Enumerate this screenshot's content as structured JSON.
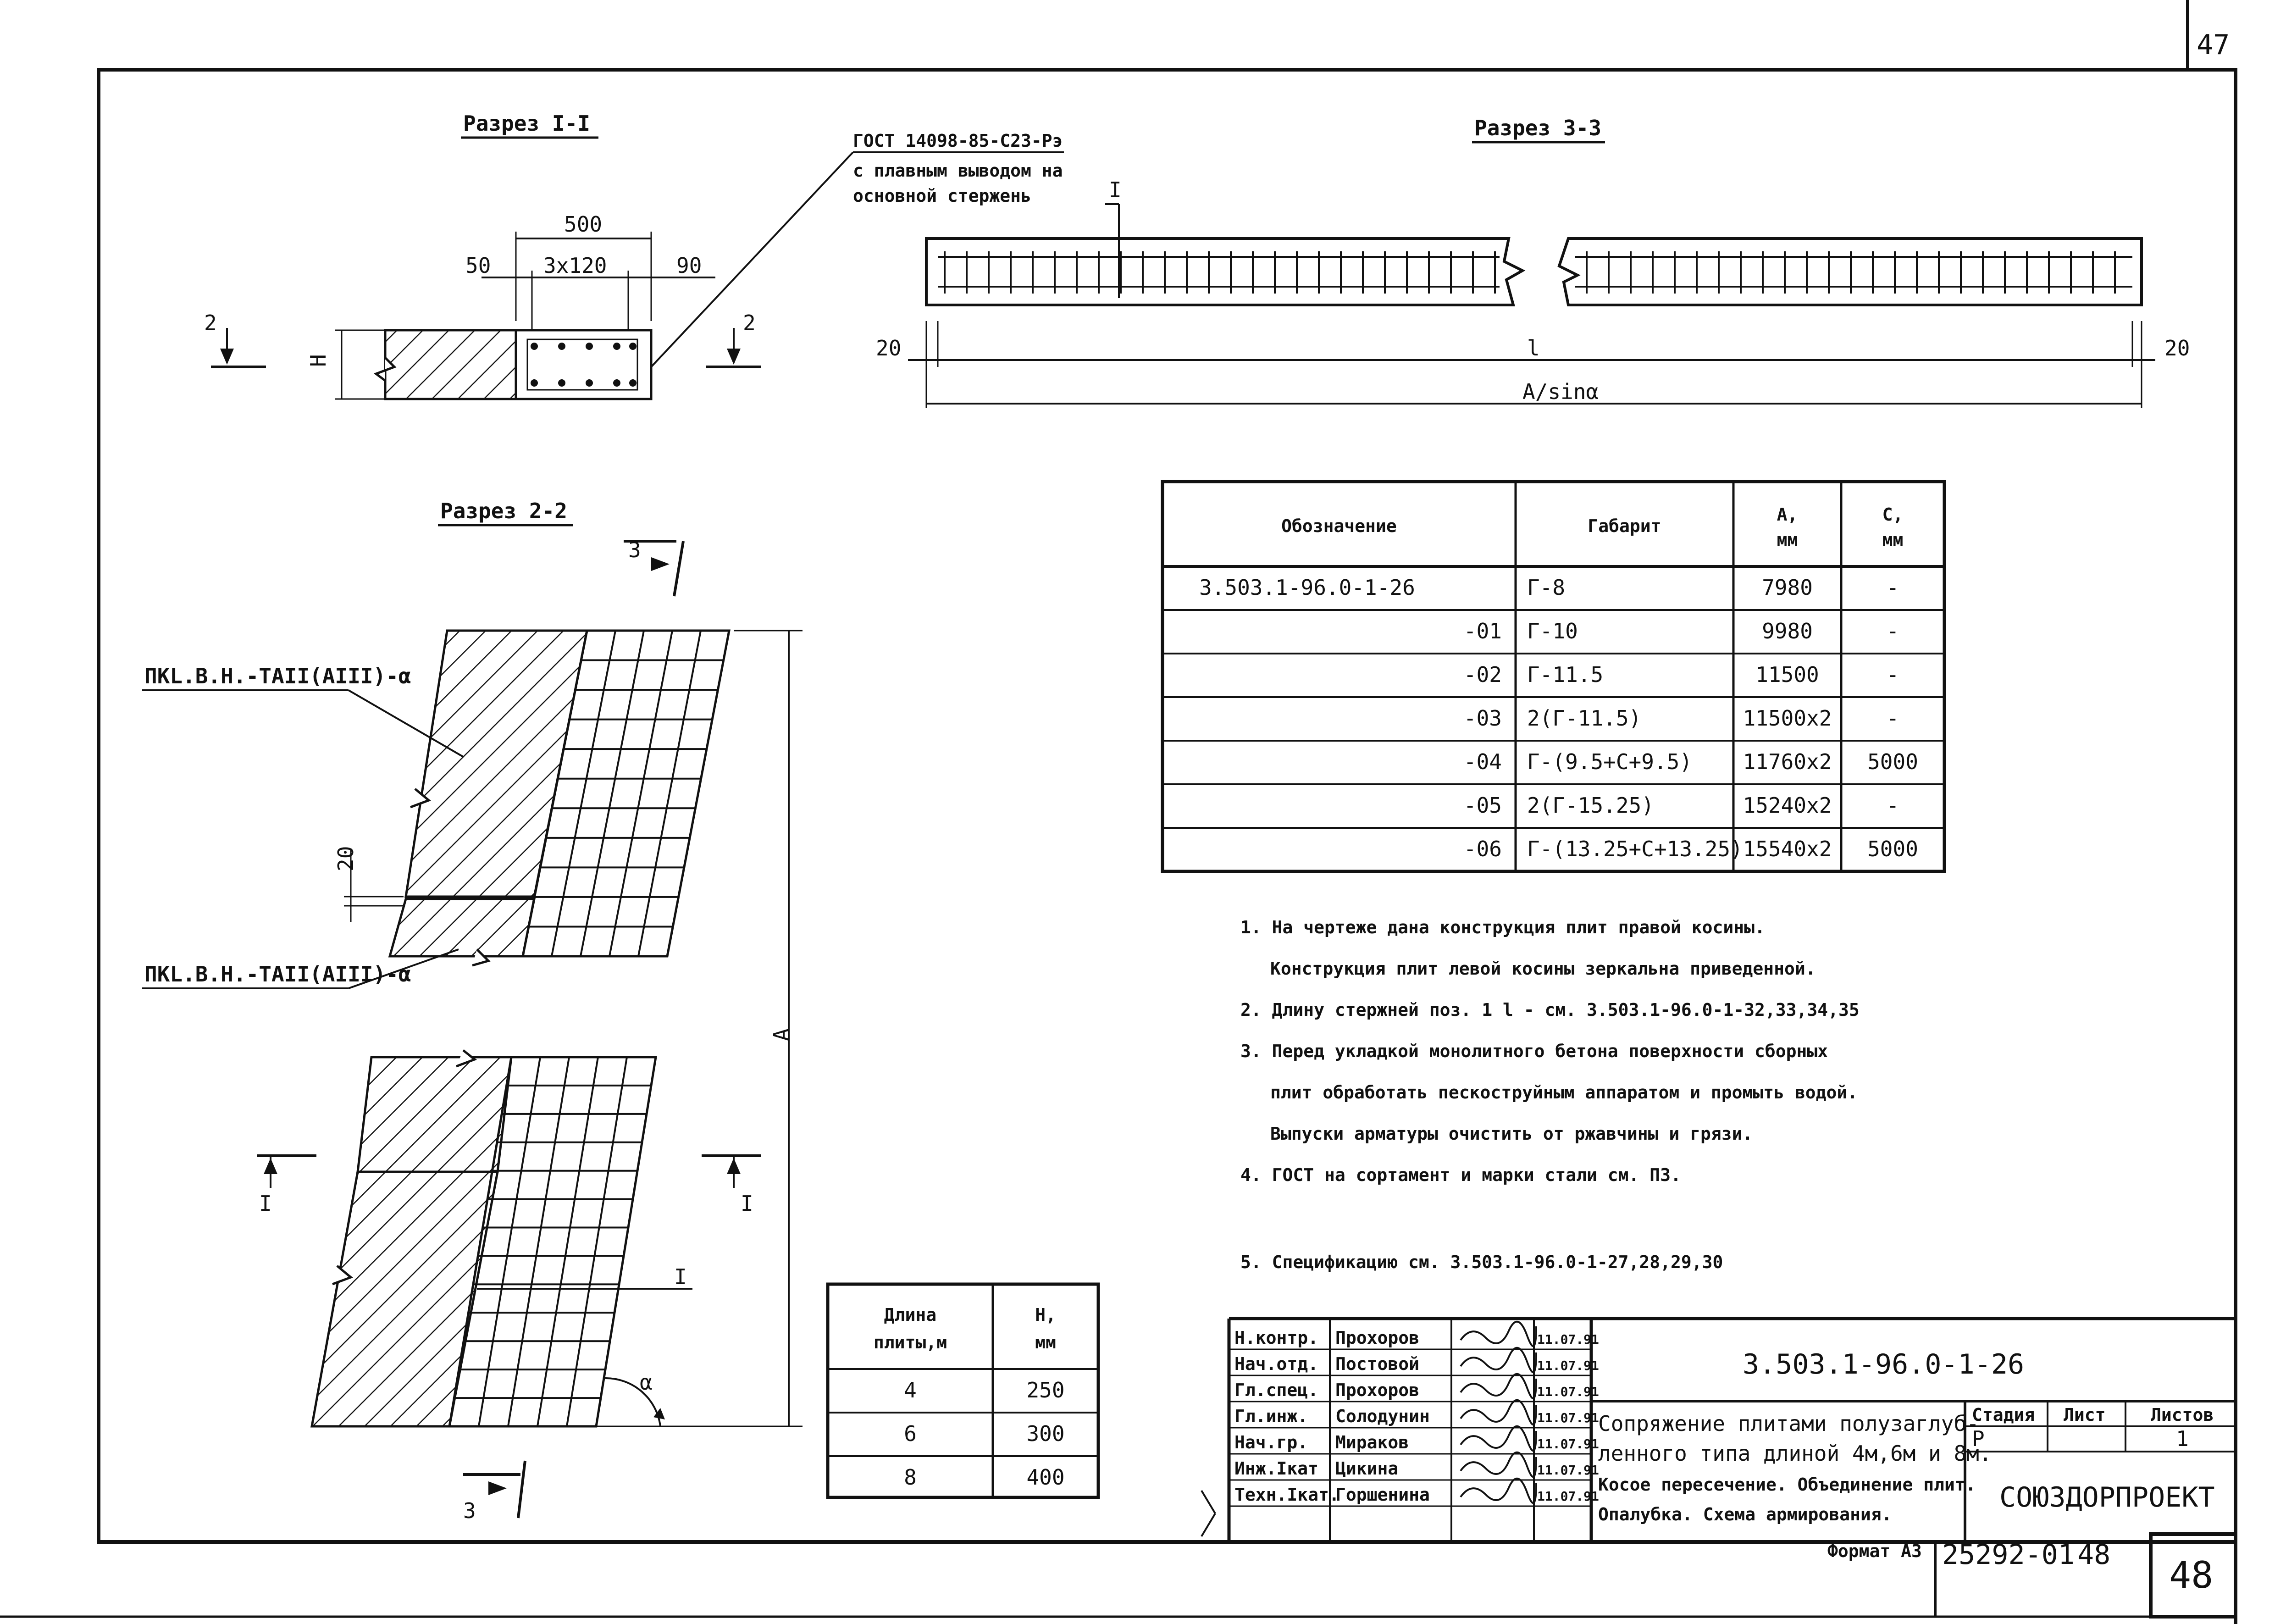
{
  "sheet_number_top": "47",
  "sheet_number_bottom": "48",
  "sections": {
    "s11": {
      "title": "Разрез I-I",
      "dim_total": "500",
      "dim_left": "50",
      "dim_mid": "3x120",
      "dim_right": "90",
      "height_label": "H",
      "cut_left": "2",
      "cut_right": "2"
    },
    "gost_note": {
      "line1": "ГОСТ 14098-85-С23-Рэ",
      "line2": "с плавным выводом на",
      "line3": "основной стержень"
    },
    "s33": {
      "title": "Разрез 3-3",
      "marker": "I",
      "dim_left": "20",
      "dim_mid": "l",
      "dim_right": "20",
      "dim_total": "A/sinα"
    },
    "s22": {
      "title": "Разрез 2-2",
      "callout_top": "ПКL.В.Н.-ТАII(АIII)-α",
      "callout_bottom": "ПКL.В.Н.-ТАII(АIII)-α",
      "dim_20": "20",
      "dim_A": "A",
      "cut_top": "3",
      "cut_bottom": "3",
      "cut_left": "I",
      "cut_right": "I",
      "bar_label": "I",
      "angle_label": "α"
    }
  },
  "main_table": {
    "headers": [
      [
        "Обозначение"
      ],
      [
        "Габарит"
      ],
      [
        "А,",
        "мм"
      ],
      [
        "С,",
        "мм"
      ]
    ],
    "rows": [
      [
        "3.503.1-96.0-1-26",
        "Г-8",
        "7980",
        "-"
      ],
      [
        "-01",
        "Г-10",
        "9980",
        "-"
      ],
      [
        "-02",
        "Г-11.5",
        "11500",
        "-"
      ],
      [
        "-03",
        "2(Г-11.5)",
        "11500x2",
        "-"
      ],
      [
        "-04",
        "Г-(9.5+С+9.5)",
        "11760x2",
        "5000"
      ],
      [
        "-05",
        "2(Г-15.25)",
        "15240x2",
        "-"
      ],
      [
        "-06",
        "Г-(13.25+С+13.25)",
        "15540x2",
        "5000"
      ]
    ]
  },
  "notes": [
    "1. На чертеже дана конструкция плит правой косины.",
    "Конструкция плит левой косины зеркальна приведенной.",
    "2. Длину стержней поз. 1 l - см. 3.503.1-96.0-1-32,33,34,35",
    "3. Перед укладкой монолитного бетона поверхности сборных",
    "плит обработать пескоструйным аппаратом и промыть водой.",
    "Выпуски арматуры очистить от ржавчины и грязи.",
    "4. ГОСТ на сортамент и марки стали см. ПЗ.",
    "5. Спецификацию см. 3.503.1-96.0-1-27,28,29,30"
  ],
  "small_table": {
    "headers": [
      [
        "Длина",
        "плиты,м"
      ],
      [
        "H,",
        "мм"
      ]
    ],
    "rows": [
      [
        "4",
        "250"
      ],
      [
        "6",
        "300"
      ],
      [
        "8",
        "400"
      ]
    ]
  },
  "title_block": {
    "doc_code": "3.503.1-96.0-1-26",
    "roles": [
      {
        "role": "Н.контр.",
        "name": "Прохоров",
        "date": "11.07.91"
      },
      {
        "role": "Нач.отд.",
        "name": "Постовой",
        "date": "11.07.91"
      },
      {
        "role": "Гл.спец.",
        "name": "Прохоров",
        "date": "11.07.91"
      },
      {
        "role": "Гл.инж.",
        "name": "Солодунин",
        "date": "11.07.91"
      },
      {
        "role": "Нач.гр.",
        "name": "Мираков",
        "date": "11.07.91"
      },
      {
        "role": "Инж.Iкат",
        "name": "Цикина",
        "date": "11.07.91"
      },
      {
        "role": "Техн.Iкат.",
        "name": "Горшенина",
        "date": "11.07.91"
      }
    ],
    "description": [
      "Сопряжение плитами полузаглуб-",
      "ленного типа длиной 4м,6м и 8м.",
      "Косое пересечение. Объединение плит.",
      "Опалубка. Схема армирования."
    ],
    "stage_header": "Стадия",
    "sheet_header": "Лист",
    "sheets_header": "Листов",
    "stage": "Р",
    "sheet": "",
    "sheets": "1",
    "organization": "СОЮЗДОРПРОЕКТ",
    "format": "Формат А3",
    "inventory": "25292-01",
    "inventory_page": "48"
  }
}
